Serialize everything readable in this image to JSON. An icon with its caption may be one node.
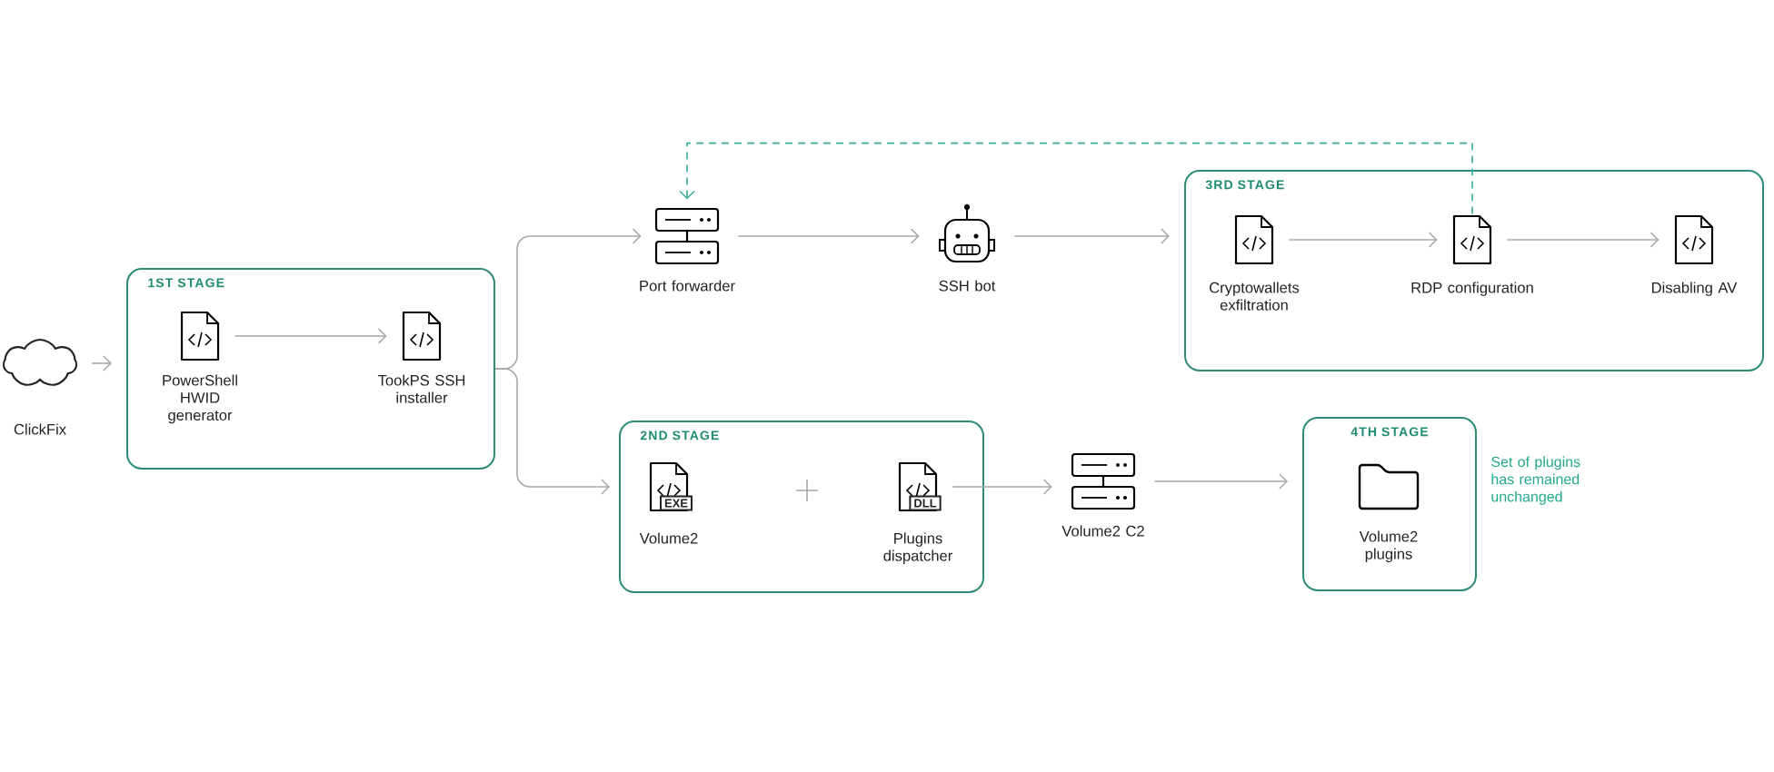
{
  "diagram": {
    "nodes": [
      {
        "text": [
          "ClickFix"
        ]
      },
      {
        "text": [
          "1ST STAGE"
        ]
      },
      {
        "text": [
          "PowerShell HWID generator"
        ],
        "in": 1
      },
      {
        "text": [
          "TookPS SSH installer"
        ],
        "in": 1
      },
      {
        "text": [
          "Port forwarder"
        ]
      },
      {
        "text": [
          "SSH bot"
        ]
      },
      {
        "text": [
          "3RD STAGE"
        ]
      },
      {
        "text": [
          "Cryptowallets exfiltration"
        ],
        "in": 6
      },
      {
        "text": [
          "RDP configuration"
        ],
        "in": 6
      },
      {
        "text": [
          "Disabling AV"
        ],
        "in": 6
      },
      {
        "text": [
          "2ND STAGE"
        ]
      },
      {
        "text": [
          "Volume2"
        ],
        "in": 10
      },
      {
        "text": [
          "Plugins dispatcher"
        ],
        "in": 10
      },
      {
        "text": [
          "Volume2 C2"
        ]
      },
      {
        "text": [
          "4TH STAGE"
        ]
      },
      {
        "text": [
          "Volume2 plugins"
        ],
        "in": 14
      }
    ],
    "edges": [
      {
        "from": 0,
        "to": 1,
        "arrow": "to"
      },
      {
        "from": 2,
        "to": 3,
        "arrow": "to"
      },
      {
        "from": 1,
        "to": 4,
        "arrow": "to"
      },
      {
        "from": 1,
        "to": 10,
        "arrow": "to"
      },
      {
        "from": 4,
        "to": 5,
        "arrow": "to"
      },
      {
        "from": 5,
        "to": 6,
        "arrow": "to"
      },
      {
        "from": 7,
        "to": 8,
        "arrow": "to"
      },
      {
        "from": 8,
        "to": 9,
        "arrow": "to"
      },
      {
        "from": 8,
        "to": 4,
        "arrow": "to",
        "style": "dashed",
        "color": "#3aae9c"
      },
      {
        "from": 12,
        "to": 13,
        "arrow": "to"
      },
      {
        "from": 13,
        "to": 14,
        "arrow": "to"
      }
    ],
    "labels": [
      "EXE",
      "DLL",
      "Set of plugins has remained unchanged"
    ]
  }
}
